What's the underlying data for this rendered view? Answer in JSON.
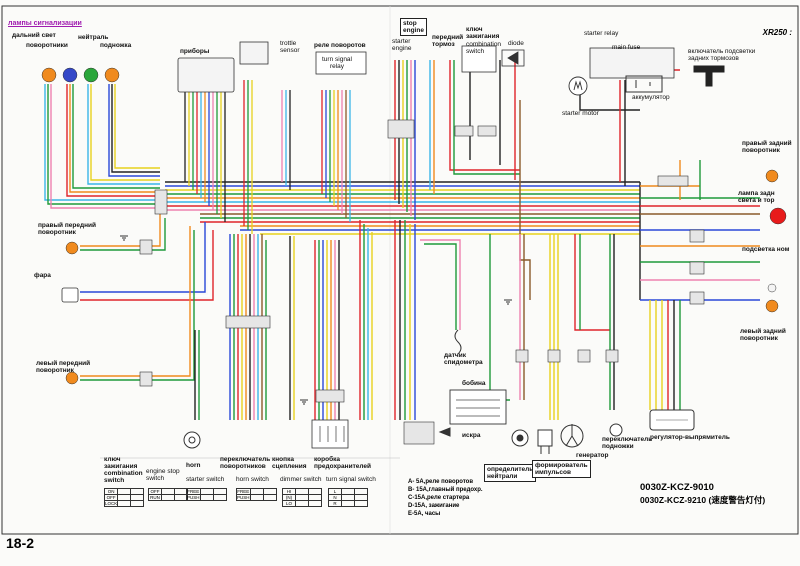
{
  "header": {
    "group_title": "лампы сигнализации",
    "model": "XR250 :"
  },
  "indicator_lamps": [
    {
      "label": "дальний свет",
      "color": "#f08a1e"
    },
    {
      "label": "поворотники",
      "color": "#3448c8"
    },
    {
      "label": "нейтраль",
      "color": "#2aa63a"
    },
    {
      "label": "подножка",
      "color": "#f08a1e"
    }
  ],
  "components": {
    "instruments": "приборы",
    "throttle_sensor": "trottle\nsensor",
    "turn_relay_ru": "реле поворотов",
    "turn_relay_en": "turn signal\nrelay",
    "starter_engine": "starter\nengine",
    "stop_engine": "stop\nengine",
    "front_brake": "передний\nтормоз",
    "ignition_key": "ключ\nзажигания",
    "combination_switch": "combination\nswitch",
    "diode": "diode",
    "starter_relay": "starter relay",
    "main_fuse": "main fuse",
    "rear_brake_light_switch": "включатель подсветки\nзадних тормозов",
    "battery": "аккумулятор",
    "starter_motor": "starter motor",
    "right_front_turn": "правый передний\nповоротник",
    "headlight": "фара",
    "left_front_turn": "левый передний\nповоротник",
    "right_rear_turn": "правый задний\nповоротник",
    "tail_light": "лампа задн\nсвета и тор",
    "plate_light": "подсветка ном",
    "left_rear_turn": "левый задний\nповоротник",
    "speedometer_sensor": "датчик\nспидометра",
    "coil": "бобина",
    "spark": "искра",
    "neutral_sensor": "определитель\nнейтрали",
    "pulse_generator": "формирователь\nимпульсов",
    "generator": "генератор",
    "kickstand_switch": "переключатель\nподножки",
    "regulator": "регулятор-выпрямитель",
    "horn": "horn",
    "turn_switch_ru": "переключатель\nповоротников",
    "clutch_button": "кнопка\nсцепления",
    "fuse_box": "коробка\nпредохранителей"
  },
  "switch_tables": [
    {
      "title": "ключ\nзажигания\ncombination\nswitch",
      "rows": [
        "ON",
        "OFF",
        "LOCK"
      ]
    },
    {
      "title": "engine stop\nswitch",
      "rows": [
        "OFF",
        "RUN"
      ]
    },
    {
      "title": "starter switch",
      "rows": [
        "FREE",
        "PUSH"
      ]
    },
    {
      "title": "horn switch",
      "rows": [
        "FREE",
        "PUSH"
      ]
    },
    {
      "title": "dimmer switch",
      "rows": [
        "HI",
        "(N)",
        "LO"
      ]
    },
    {
      "title": "turn signal switch",
      "rows": [
        "L",
        "N",
        "R"
      ]
    }
  ],
  "fuse_list": [
    "A- 5A,реле поворотов",
    "B- 15A,главный предохр.",
    "C-15A,реле стартера",
    "D-15A, зажигание",
    "E-5A, часы"
  ],
  "part_numbers": [
    "0030Z-KCZ-9010",
    "0030Z-KCZ-9210 (速度警告灯付)"
  ],
  "page_number": "18-2",
  "wire_colors": {
    "red": "#e0242a",
    "green": "#1e9a3a",
    "blue": "#2a48d8",
    "yellow": "#e8d21e",
    "orange": "#f08a1e",
    "pink": "#ee82b0",
    "black": "#222222",
    "lightblue": "#3ab6e8",
    "brown": "#8a5a2a",
    "white": "#cfcfcf",
    "gray": "#9a9a9a"
  }
}
